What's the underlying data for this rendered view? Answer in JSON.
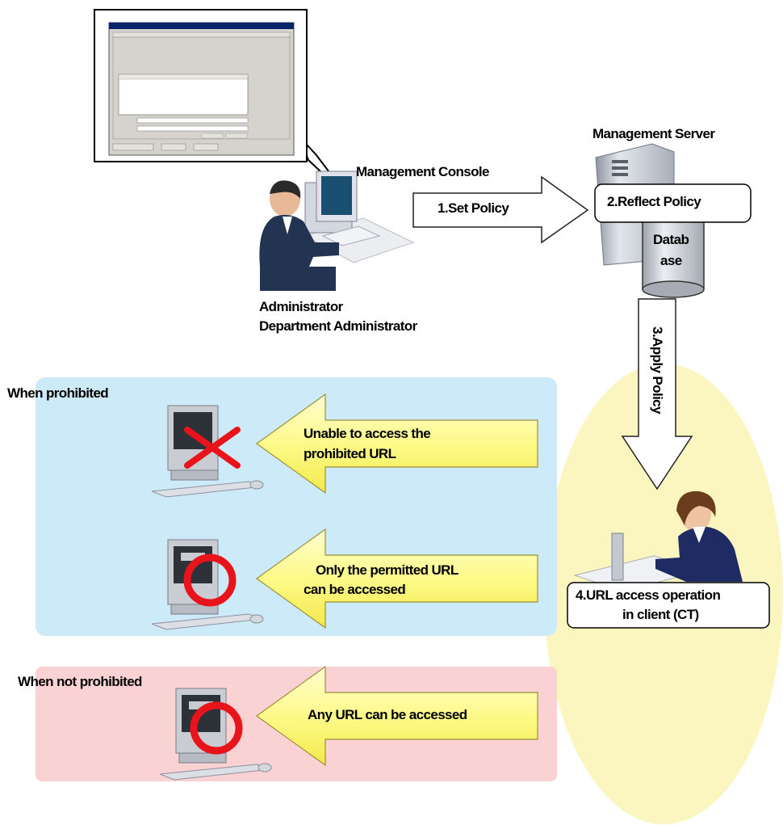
{
  "labels": {
    "management_console": "Management Console",
    "management_server": "Management Server",
    "administrator_line1": "Administrator",
    "administrator_line2": "Department Administrator",
    "database_line1": "Datab",
    "database_line2": "ase",
    "when_prohibited": "When prohibited",
    "when_not_prohibited": "When not prohibited"
  },
  "steps": {
    "set_policy": "1.Set Policy",
    "reflect_policy": "2.Reflect Policy",
    "apply_policy": "3.Apply Policy",
    "client_op_line1": "4.URL  access operation",
    "client_op_line2": "in client (CT)"
  },
  "outcomes": {
    "prohibited_line1": "Unable to access the",
    "prohibited_line2": "prohibited URL",
    "permitted_line1": "Only the permitted URL",
    "permitted_line2": "can be accessed",
    "any_url": "Any URL  can be accessed"
  },
  "colors": {
    "prohibited_panel": "#cdeaf8",
    "not_prohibited_panel": "#fbd2d4",
    "client_ellipse": "#fbf6bf",
    "arrow_yellow": "#fdfa8a",
    "deny_mark": "#e8131b"
  },
  "icons": {
    "console_screen": "dialog-window-icon",
    "admin": "person-at-computer-icon",
    "server": "server-tower-icon",
    "database": "database-cylinder-icon",
    "client": "client-person-icon",
    "deny": "cross-mark-icon",
    "allow": "circle-mark-icon"
  }
}
